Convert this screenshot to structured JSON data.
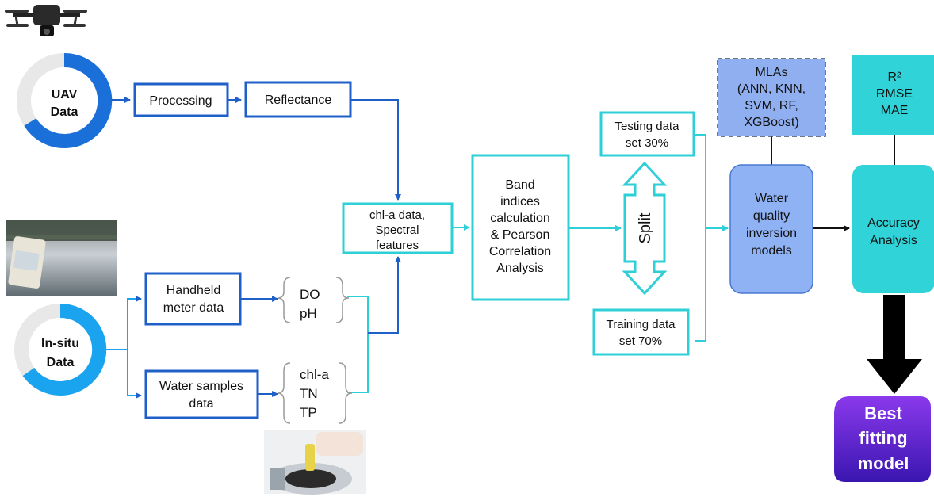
{
  "sources": {
    "uav": {
      "line1": "UAV",
      "line2": "Data"
    },
    "insitu": {
      "line1": "In-situ",
      "line2": "Data"
    }
  },
  "nodes": {
    "processing": "Processing",
    "reflectance": "Reflectance",
    "handheld": [
      "Handheld",
      "meter data"
    ],
    "water_samples": [
      "Water samples",
      "data"
    ],
    "handheld_params": [
      "DO",
      "pH"
    ],
    "sample_params": [
      "chl-a",
      "TN",
      "TP"
    ],
    "chl_spectral": [
      "chl-a data,",
      "Spectral",
      "features"
    ],
    "band_indices": [
      "Band",
      "indices",
      "calculation",
      "& Pearson",
      "Correlation",
      "Analysis"
    ],
    "split": "Split",
    "testing": [
      "Testing data",
      "set 30%"
    ],
    "training": [
      "Training data",
      "set 70%"
    ],
    "mlas": [
      "MLAs",
      "(ANN, KNN,",
      "SVM, RF,",
      "XGBoost)"
    ],
    "water_quality": [
      "Water",
      "quality",
      "inversion",
      "models"
    ],
    "metrics": [
      "R²",
      "RMSE",
      "MAE"
    ],
    "accuracy": [
      "Accuracy",
      "Analysis"
    ],
    "best_model": [
      "Best",
      "fitting",
      "model"
    ]
  },
  "colors": {
    "dark_blue_border": "#1f5fc8",
    "teal_border": "#2ecfd6",
    "teal_fill": "#2fd3d8",
    "periwinkle_fill": "#8fb2f4",
    "mlas_fill": "#8faff0",
    "purple_start": "#8a39ec",
    "purple_end": "#3a16b0",
    "donut_uav": "#1b6fd8",
    "donut_insitu": "#1aa3ee",
    "donut_track": "#e8e8e8"
  }
}
